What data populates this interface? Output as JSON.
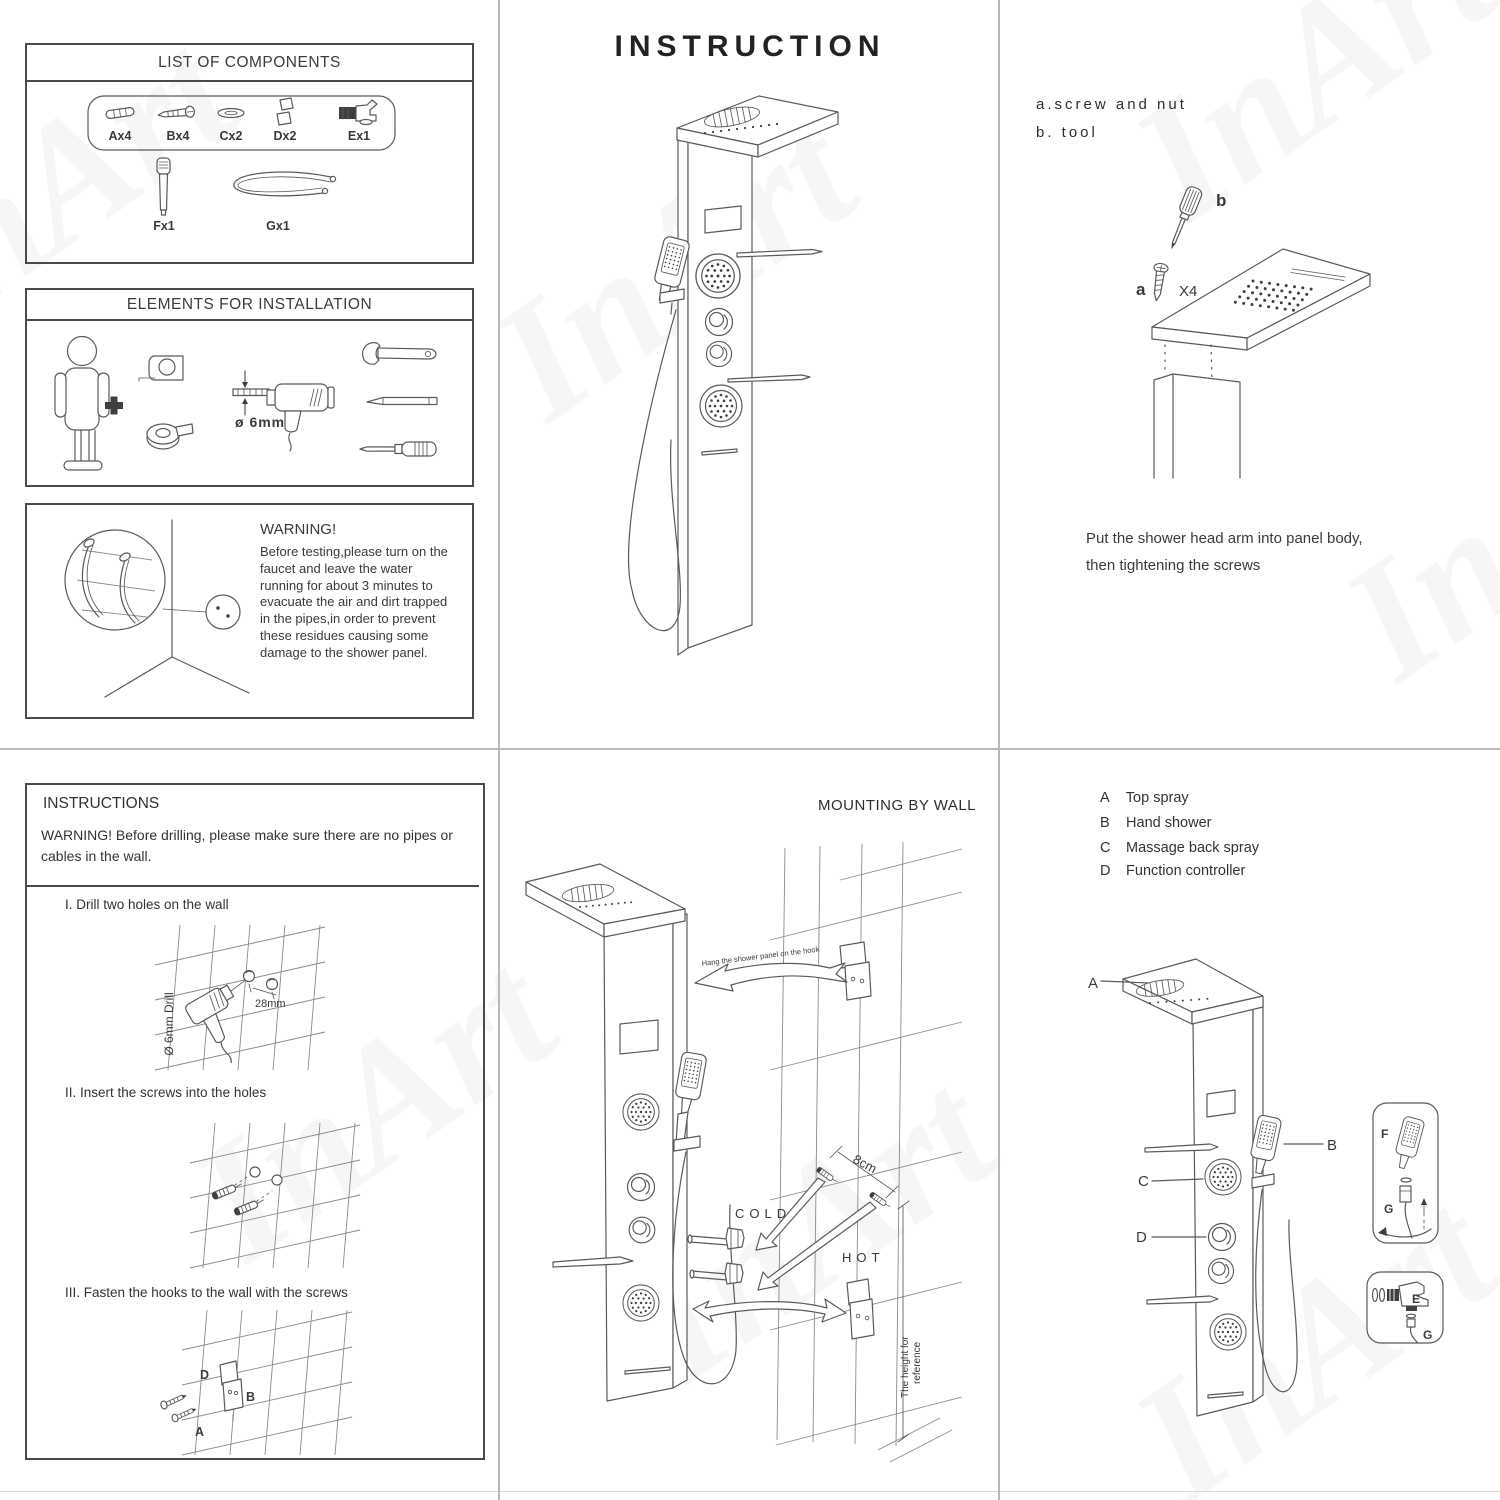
{
  "watermark": {
    "text": "InArt"
  },
  "page_components": {
    "title": "LIST OF COMPONENTS",
    "items": [
      {
        "id": "A",
        "label": "Ax4"
      },
      {
        "id": "B",
        "label": "Bx4"
      },
      {
        "id": "C",
        "label": "Cx2"
      },
      {
        "id": "D",
        "label": "Dx2"
      },
      {
        "id": "E",
        "label": "Ex1"
      },
      {
        "id": "F",
        "label": "Fx1"
      },
      {
        "id": "G",
        "label": "Gx1"
      }
    ]
  },
  "page_elements": {
    "title": "ELEMENTS FOR INSTALLATION",
    "drill_diameter": "ø 6mm"
  },
  "page_warning": {
    "title": "WARNING!",
    "body": "Before testing,please turn on the faucet and leave the water running for about 3 minutes to evacuate the air and dirt trapped in the pipes,in order to prevent these residues causing some damage to the shower panel."
  },
  "page_instruction": {
    "title": "INSTRUCTION"
  },
  "page_assembly": {
    "line_a": "a.screw and nut",
    "line_b": "b. tool",
    "label_a": "a",
    "label_b": "b",
    "screw_qty": "X4",
    "caption_line1": "Put the shower head arm into panel body,",
    "caption_line2": "then tightening the screws"
  },
  "page_steps": {
    "title": "INSTRUCTIONS",
    "warning": "WARNING!  Before drilling, please make sure there are no pipes or cables in the wall.",
    "step1": "I. Drill two holes on the wall",
    "drill_label": "Ø 6mm Drill",
    "hole_distance": "28mm",
    "step2": "II. Insert the screws into the holes",
    "step3": "III.  Fasten the hooks to the wall with the screws",
    "label_d": "D",
    "label_b": "B",
    "label_a": "A"
  },
  "page_mounting": {
    "title": "MOUNTING BY WALL",
    "hang_note": "Hang the shower panel on the hook",
    "cold": "COLD",
    "hot": "HOT",
    "distance": "8cm",
    "height_note_line1": "The height for",
    "height_note_line2": "reference"
  },
  "page_legend": {
    "items": [
      {
        "key": "A",
        "label": "Top spray"
      },
      {
        "key": "B",
        "label": "Hand shower"
      },
      {
        "key": "C",
        "label": "Massage back spray"
      },
      {
        "key": "D",
        "label": "Function controller"
      }
    ],
    "label_a": "A",
    "label_b": "B",
    "label_c": "C",
    "label_d": "D",
    "label_e": "E",
    "label_f": "F",
    "label_g": "G"
  }
}
